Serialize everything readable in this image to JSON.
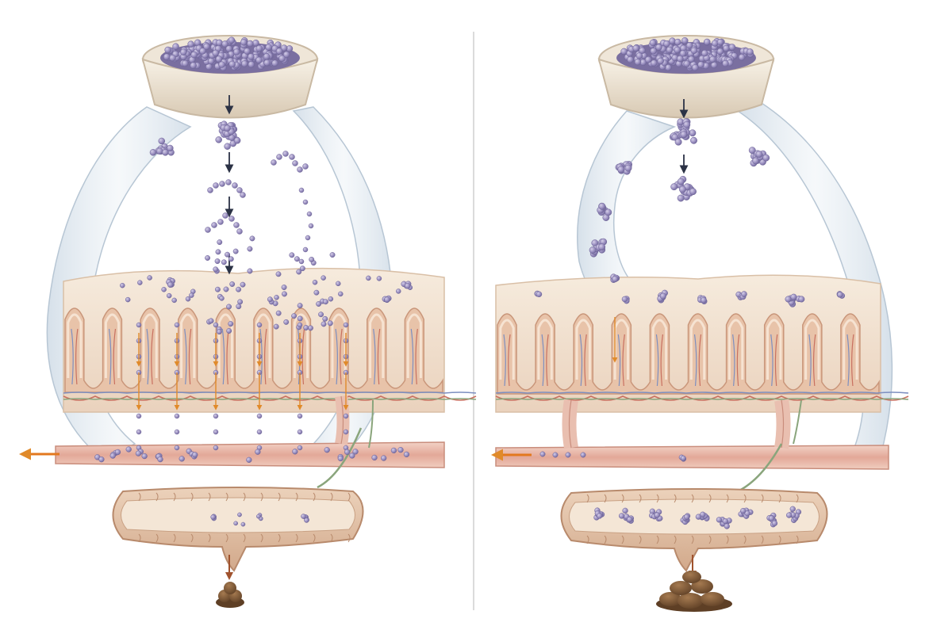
{
  "colors": {
    "background": "#ffffff",
    "bowl_outer": "#efe6d8",
    "bowl_rim": "#f7f1e6",
    "bowl_shadow": "#c9b9a3",
    "kibble": "#9a8fc0",
    "kibble_dark": "#6f6699",
    "funnel_fill": "#dde6ee",
    "funnel_stroke": "#b7c6d4",
    "tissue_top": "#f3e4d3",
    "tissue_villi": "#e8c3a9",
    "villi_edge": "#c9967a",
    "vessel_fill": "#e9bfb0",
    "vessel_edge": "#c98d7c",
    "blue_vein": "#7d8fc0",
    "red_artery": "#c87060",
    "green_nerve": "#8aa57c",
    "absorb_arrow": "#e08a2a",
    "flow_arrow": "#e3781e",
    "down_arrow": "#2b3245",
    "colon_outer": "#dcb79c",
    "colon_inner": "#f4e6d6",
    "colon_edge": "#b88a6c",
    "stool": "#7a5535",
    "stool_light": "#9c7148",
    "divider": "#c8c8c8"
  },
  "panels": [
    {
      "id": "left",
      "particle_breakdown": "fine",
      "absorbed_arrows": 6,
      "stool_size": "small"
    },
    {
      "id": "right",
      "particle_breakdown": "coarse",
      "absorbed_arrows": 1,
      "stool_size": "large"
    }
  ],
  "icons": {
    "bowl": "food-bowl-icon",
    "stool": "stool-icon",
    "arrow": "arrow-icon"
  }
}
